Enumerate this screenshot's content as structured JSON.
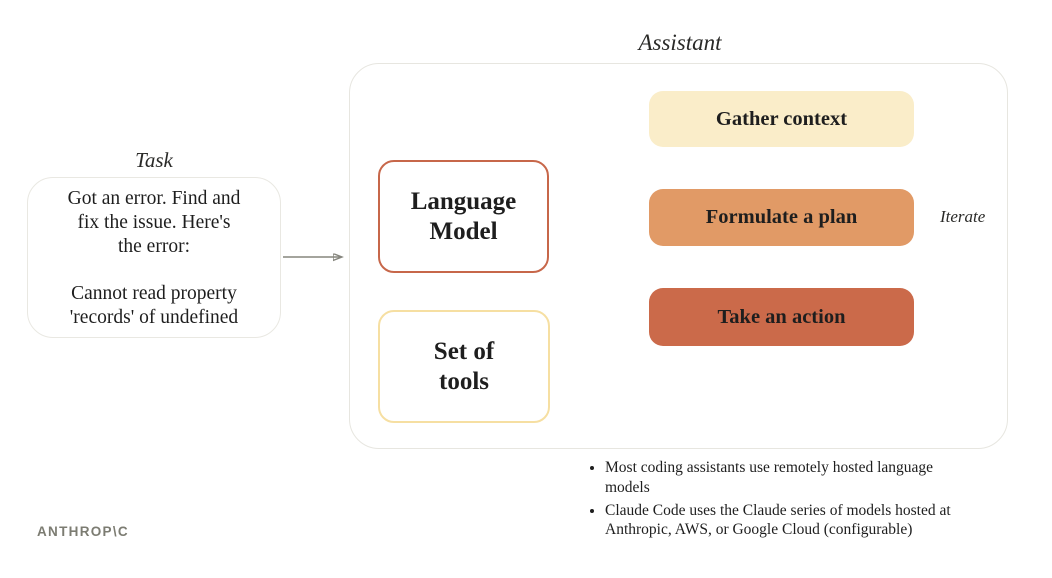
{
  "page": {
    "background_color": "#ffffff",
    "text_color": "#1e1e1e",
    "arrow_color": "#85857d"
  },
  "brand": {
    "logo_text": "ANTHROP\\C",
    "logo_color": "#7c7c72"
  },
  "task": {
    "label": "Task",
    "request_text": "Got an error. Find and\nfix the issue. Here's\nthe error:",
    "error_text": "Cannot read property\n'records' of undefined"
  },
  "assistant": {
    "label": "Assistant",
    "frame_border_color": "#e7e6e0",
    "language_model": {
      "label": "Language\nModel",
      "border_color": "#c7674a"
    },
    "tools": {
      "label": "Set of\ntools",
      "border_color": "#f6dfa2"
    },
    "loop": {
      "steps": [
        {
          "label": "Gather context",
          "fill_color": "#faedc9"
        },
        {
          "label": "Formulate a plan",
          "fill_color": "#e19a66"
        },
        {
          "label": "Take an action",
          "fill_color": "#cb6a4a"
        }
      ],
      "iterate_label": "Iterate"
    }
  },
  "notes": {
    "items": [
      "Most coding assistants use remotely hosted language\nmodels",
      "Claude Code uses the Claude series of models hosted at\nAnthropic, AWS, or Google Cloud (configurable)"
    ]
  }
}
